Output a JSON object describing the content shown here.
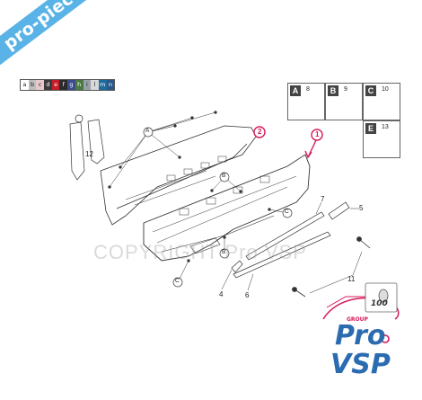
{
  "banner": {
    "text": "pro-piece-vsp.com"
  },
  "watermark": {
    "text": "COPYRIGHT Pro VSP"
  },
  "swatch_letters": [
    "a",
    "b",
    "c",
    "d",
    "e",
    "f",
    "g",
    "h",
    "i",
    "l",
    "m",
    "n"
  ],
  "swatch_colors": [
    "#ffffff",
    "#bdbdbd",
    "#e8c9c9",
    "#3b3b3b",
    "#c51d2b",
    "#2b2b2b",
    "#3c4b8c",
    "#4a7a40",
    "#9aa0a8",
    "#d8d8d8",
    "#1f6b9c",
    "#28598a"
  ],
  "legend": [
    {
      "letter": "A",
      "number": "8"
    },
    {
      "letter": "B",
      "number": "9"
    },
    {
      "letter": "C",
      "number": "10"
    },
    {
      "letter": "E",
      "number": "13"
    }
  ],
  "callouts": {
    "n1": "1",
    "n2": "2",
    "n4": "4",
    "n5": "5",
    "n6": "6",
    "n7": "7",
    "n11": "11",
    "n12": "12",
    "a_small": "A",
    "b1": "B",
    "b2": "B",
    "c1": "C",
    "c2": "C"
  },
  "logo": {
    "group": "GROUP",
    "pro": "Pro",
    "vsp": "VSP",
    "badge": "100"
  },
  "colors": {
    "banner": "#5ab3e6",
    "accent": "#d7195c",
    "outline": "#333333"
  }
}
